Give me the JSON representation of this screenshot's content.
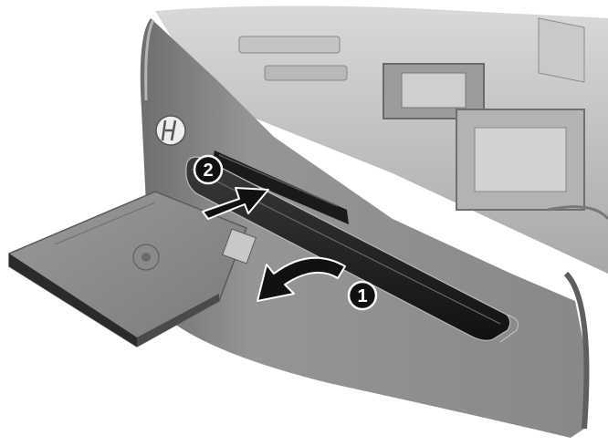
{
  "figure": {
    "steps": [
      {
        "number": "1",
        "action": "rotate-bezel-door-down"
      },
      {
        "number": "2",
        "action": "insert-optical-drive"
      }
    ],
    "logo": "hp",
    "icons": [
      "curved-arrow-icon",
      "straight-arrow-icon"
    ],
    "colors": {
      "chassis": "#8c8c8c",
      "chassis_dark": "#5a5a5a",
      "badge": "#111111",
      "arrow": "#111111"
    }
  }
}
